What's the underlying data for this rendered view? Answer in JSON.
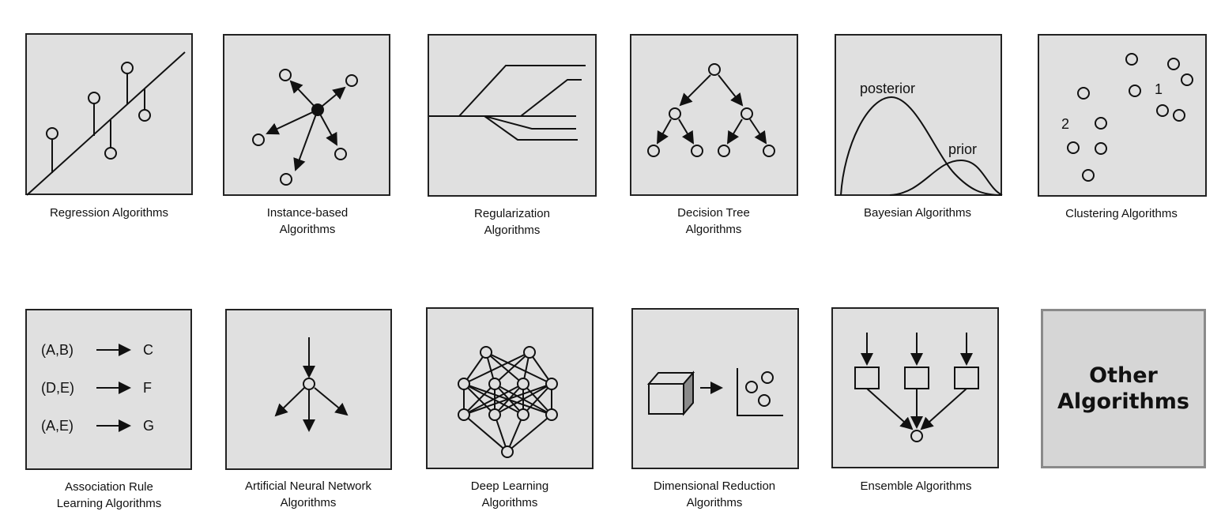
{
  "tiles": [
    {
      "id": "regression",
      "lines": [
        "Regression Algorithms"
      ]
    },
    {
      "id": "instance",
      "lines": [
        "Instance-based",
        "Algorithms"
      ]
    },
    {
      "id": "regularization",
      "lines": [
        "Regularization",
        "Algorithms"
      ]
    },
    {
      "id": "decision-tree",
      "lines": [
        "Decision Tree",
        "Algorithms"
      ]
    },
    {
      "id": "bayesian",
      "lines": [
        "Bayesian Algorithms"
      ],
      "labels": {
        "posterior": "posterior",
        "prior": "prior"
      }
    },
    {
      "id": "clustering",
      "lines": [
        "Clustering Algorithms"
      ],
      "labels": {
        "cluster1": "1",
        "cluster2": "2"
      }
    },
    {
      "id": "association",
      "lines": [
        "Association Rule",
        "Learning Algorithms"
      ],
      "rules": [
        {
          "lhs": "(A,B)",
          "rhs": "C"
        },
        {
          "lhs": "(D,E)",
          "rhs": "F"
        },
        {
          "lhs": "(A,E)",
          "rhs": "G"
        }
      ]
    },
    {
      "id": "ann",
      "lines": [
        "Artificial Neural Network",
        "Algorithms"
      ]
    },
    {
      "id": "deep-learning",
      "lines": [
        "Deep Learning",
        "Algorithms"
      ]
    },
    {
      "id": "dim-reduction",
      "lines": [
        "Dimensional Reduction",
        "Algorithms"
      ]
    },
    {
      "id": "ensemble",
      "lines": [
        "Ensemble Algorithms"
      ]
    }
  ],
  "other": {
    "label": "Other\nAlgorithms"
  }
}
